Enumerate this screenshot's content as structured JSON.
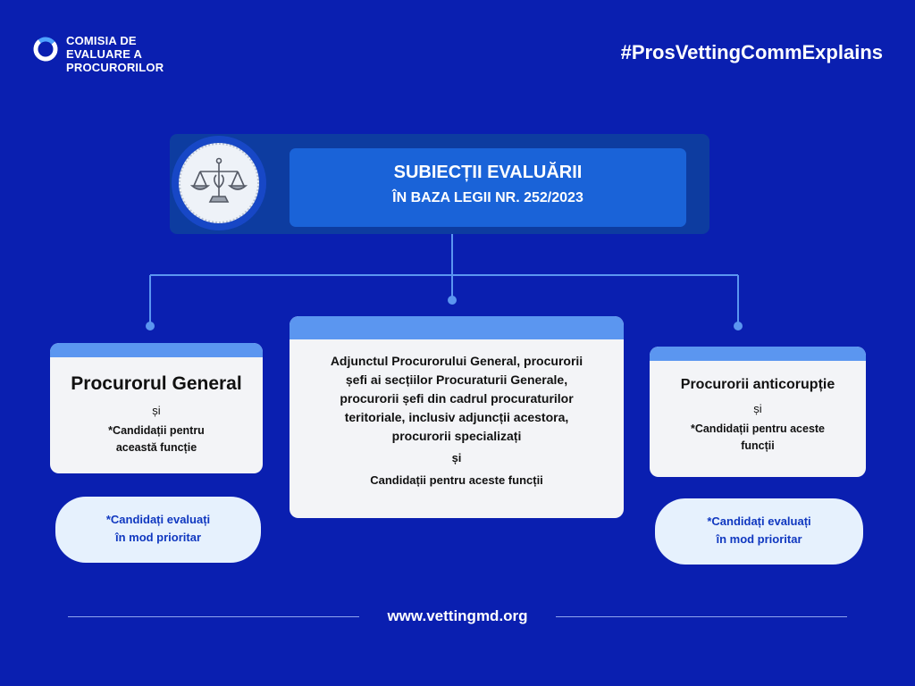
{
  "logo": {
    "line1": "COMISIA DE",
    "line2": "EVALUARE A",
    "line3": "PROCURORILOR"
  },
  "hashtag": "#ProsVettingCommExplains",
  "header": {
    "title": "SUBIECȚII EVALUĂRII",
    "subtitle": "ÎN BAZA LEGII NR. 252/2023"
  },
  "colors": {
    "background": "#0a1fb0",
    "accent": "#1a63d8",
    "card_top": "#5b96f0",
    "pill_bg": "#e6f1fd"
  },
  "cards": {
    "left": {
      "heading": "Procurorul General",
      "and": "și",
      "line1": "*Candidații pentru",
      "line2": "această funcție"
    },
    "middle": {
      "lines": [
        "Adjunctul Procurorului General, procurorii",
        "șefi ai secțiilor Procuraturii Generale,",
        "procurorii șefi din cadrul procuraturilor",
        "teritoriale, inclusiv adjuncții acestora,",
        "procurorii specializați"
      ],
      "and": "și",
      "footer": "Candidații pentru aceste funcții"
    },
    "right": {
      "heading": "Procurorii anticorupție",
      "and": "și",
      "line1": "*Candidații pentru aceste",
      "line2": "funcții"
    }
  },
  "pills": {
    "left": {
      "line1": "*Candidați evaluați",
      "line2": "în mod prioritar"
    },
    "right": {
      "line1": "*Candidați evaluați",
      "line2": "în mod prioritar"
    }
  },
  "footer": {
    "url": "www.vettingmd.org"
  }
}
